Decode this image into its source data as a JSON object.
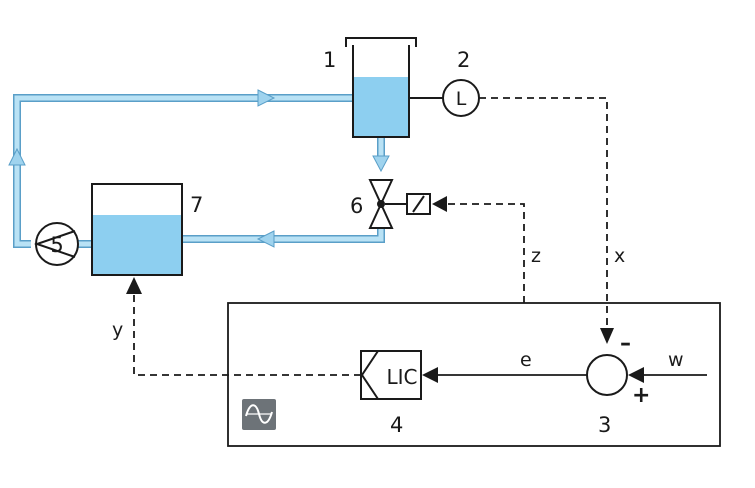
{
  "components": {
    "vessel_number": "1",
    "level_sensor_number": "2",
    "level_sensor_symbol": "L",
    "comparator_number": "3",
    "controller_number": "4",
    "controller_label": "LIC",
    "pump_number": "5",
    "valve_number": "6",
    "tank_number": "7"
  },
  "signals": {
    "x": "x",
    "z": "z",
    "y": "y",
    "e": "e",
    "w": "w",
    "minus": "–",
    "plus": "+"
  },
  "colors": {
    "pipe": "#9fd3ee",
    "pipe_edge": "#5a9fc8",
    "liquid": "#8dcff0",
    "line": "#1a1a1a",
    "icon_bg": "#6d7378"
  },
  "icons": [
    "sine-wave-icon",
    "flow-arrow-icon"
  ]
}
